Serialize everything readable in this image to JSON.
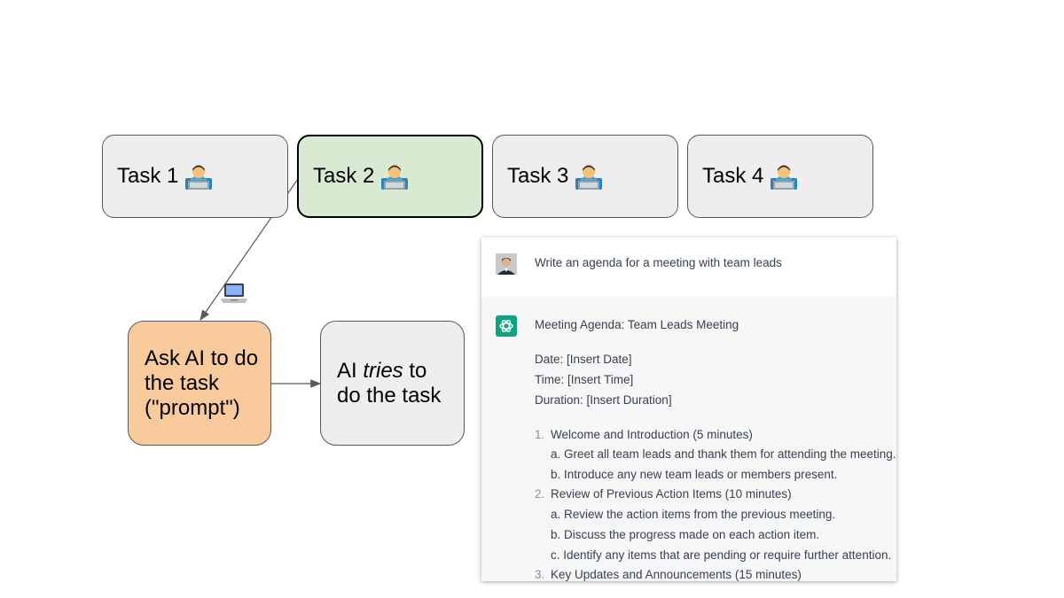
{
  "tasks": [
    {
      "label": "Task 1",
      "icon": "technologist-icon"
    },
    {
      "label": "Task 2",
      "icon": "technologist-icon"
    },
    {
      "label": "Task 3",
      "icon": "technologist-icon"
    },
    {
      "label": "Task 4",
      "icon": "technologist-icon"
    }
  ],
  "flow": {
    "prompt_box": {
      "line1": "Ask AI to do",
      "line2": "the task",
      "line3": "(\"prompt\")"
    },
    "ai_box": {
      "tries": "tries",
      "before": "AI ",
      "after": " to",
      "line2": "do the task"
    },
    "laptop_icon": "laptop-icon"
  },
  "colors": {
    "active_task": "#d9ead3",
    "prompt_box": "#f9cb9c",
    "default_box": "#eeeeee",
    "gpt_green": "#10a37f"
  },
  "chat": {
    "user_message": "Write an agenda for a meeting with team leads",
    "ai_title": "Meeting Agenda: Team Leads Meeting",
    "details": [
      "Date: [Insert Date]",
      "Time: [Insert Time]",
      "Duration: [Insert Duration]"
    ],
    "items": [
      {
        "num": "1.",
        "title": "Welcome and Introduction (5 minutes)",
        "subs": [
          "a. Greet all team leads and thank them for attending the meeting.",
          "b. Introduce any new team leads or members present."
        ]
      },
      {
        "num": "2.",
        "title": "Review of Previous Action Items (10 minutes)",
        "subs": [
          "a. Review the action items from the previous meeting.",
          "b. Discuss the progress made on each action item.",
          "c. Identify any items that are pending or require further attention."
        ]
      },
      {
        "num": "3.",
        "title": "Key Updates and Announcements (15 minutes)",
        "subs": []
      }
    ]
  }
}
